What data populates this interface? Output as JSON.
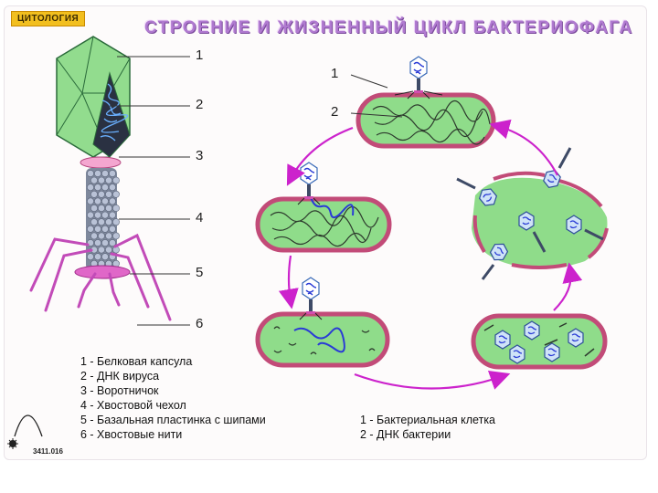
{
  "header": {
    "badge": "ЦИТОЛОГИЯ",
    "title": "СТРОЕНИЕ И ЖИЗНЕННЫЙ ЦИКЛ БАКТЕРИОФАГА"
  },
  "phage_numbers": [
    "1",
    "2",
    "3",
    "4",
    "5",
    "6"
  ],
  "cycle_numbers": [
    "1",
    "2"
  ],
  "legend_phage": [
    "1 - Белковая капсула",
    "2 - ДНК вируса",
    "3 - Воротничок",
    "4 - Хвостовой чехол",
    "5 - Базальная пластинка с шипами",
    "6 - Хвостовые нити"
  ],
  "legend_cycle": [
    "1 -  Бактериальная клетка",
    "2 - ДНК бактерии"
  ],
  "footer": {
    "code": "3411.016"
  },
  "colors": {
    "capsid": "#8fdc8a",
    "cell_fill": "#8fdc8a",
    "cell_wall": "#d06a86",
    "arrow": "#cc22cc",
    "sheath": "#9aa4b8",
    "collar": "#f4a6d0",
    "dna": "#2a3bd6"
  }
}
